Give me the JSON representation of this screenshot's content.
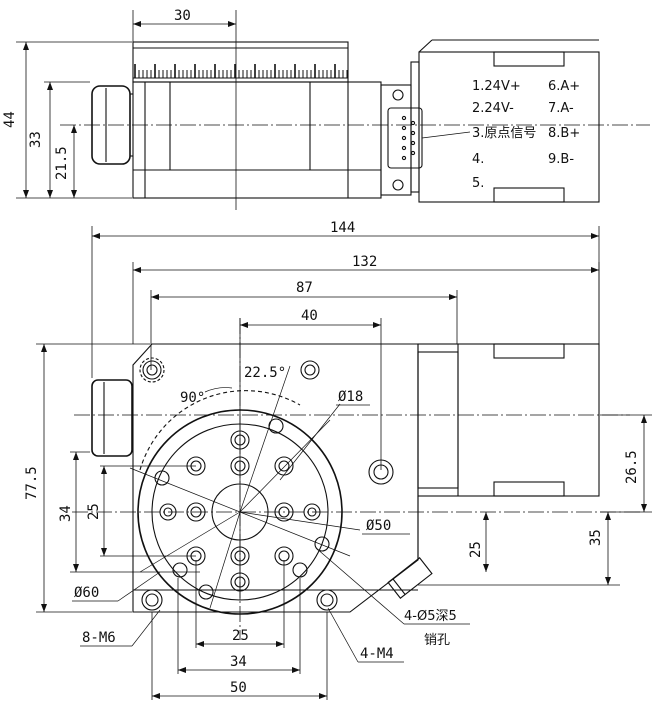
{
  "top_view": {
    "dims": {
      "width": "30",
      "height": "44",
      "inner_height": "33",
      "axis_height": "21.5"
    },
    "connector_pins": [
      "1.24V+",
      "2.24V-",
      "3.原点信号",
      "4.",
      "5.",
      "6.A+",
      "7.A-",
      "8.B+",
      "9.B-"
    ]
  },
  "front_view": {
    "dims": {
      "overall_length": "144",
      "body_length": "132",
      "hole_spacing": "87",
      "hole_spacing_small": "40",
      "height": "77.5",
      "motor_offset": "26.5",
      "offset_35": "35",
      "offset_25": "25",
      "left_34": "34",
      "left_25": "25",
      "bottom_25": "25",
      "bottom_34": "34",
      "bottom_50": "50"
    },
    "angles": {
      "a1": "22.5°",
      "a2": "90°"
    },
    "labels": {
      "d18": "Ø18",
      "d50": "Ø50",
      "d60": "Ø60",
      "m6": "8-M6",
      "m4": "4-M4",
      "pin_holes": "4-Ø5深5",
      "pin_holes_2": "销孔"
    }
  }
}
